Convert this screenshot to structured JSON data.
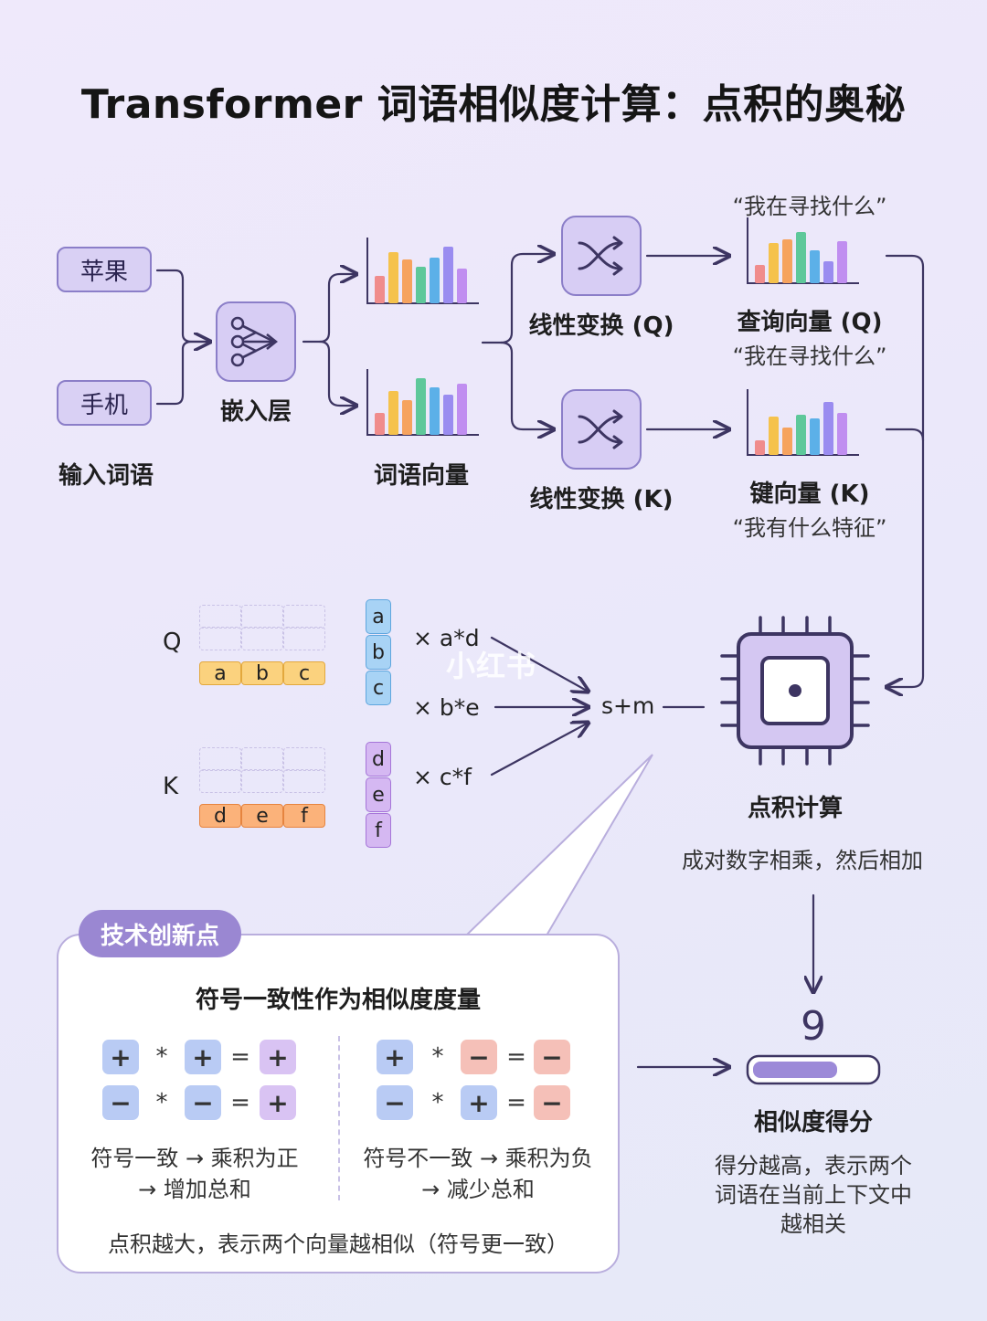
{
  "title": "Transformer 词语相似度计算：点积的奥秘",
  "inputs": {
    "word1": "苹果",
    "word2": "手机",
    "label": "输入词语"
  },
  "embedding": {
    "label": "嵌入层",
    "icon": "neural-network-icon"
  },
  "word_vectors": {
    "label": "词语向量"
  },
  "linear_q": {
    "label": "线性变换 (Q)",
    "icon": "shuffle-icon"
  },
  "linear_k": {
    "label": "线性变换 (K)",
    "icon": "shuffle-icon"
  },
  "query": {
    "top_quote": "“我在寻找什么”",
    "label": "查询向量 (Q)",
    "quote": "“我在寻找什么”"
  },
  "key": {
    "label": "键向量 (K)",
    "quote": "“我有什么特征”"
  },
  "matrix": {
    "q_label": "Q",
    "k_label": "K",
    "q_cells": [
      "a",
      "b",
      "c"
    ],
    "k_cells": [
      "d",
      "e",
      "f"
    ],
    "q_vector": [
      "a",
      "b",
      "c"
    ],
    "k_vector": [
      "d",
      "e",
      "f"
    ],
    "products": [
      "× a*d",
      "× b*e",
      "× c*f"
    ],
    "sum": "s+m"
  },
  "watermark": "小红书",
  "dot_product": {
    "label": "点积计算",
    "desc": "成对数字相乘，然后相加",
    "icon": "chip-icon"
  },
  "score": {
    "value": "9",
    "fill_fraction": 0.7,
    "label": "相似度得分",
    "desc_lines": [
      "得分越高，表示两个",
      "词语在当前上下文中",
      "越相关"
    ]
  },
  "innovation": {
    "badge": "技术创新点",
    "heading": "符号一致性作为相似度度量",
    "same_sign": {
      "rows": [
        [
          "+",
          "*",
          "+",
          "=",
          "+"
        ],
        [
          "−",
          "*",
          "−",
          "=",
          "+"
        ]
      ],
      "line1": "符号一致 → 乘积为正",
      "line2": "→ 增加总和"
    },
    "diff_sign": {
      "rows": [
        [
          "+",
          "*",
          "−",
          "=",
          "−"
        ],
        [
          "−",
          "*",
          "+",
          "=",
          "−"
        ]
      ],
      "line1": "符号不一致 → 乘积为负",
      "line2": "→ 减少总和"
    },
    "footer": "点积越大，表示两个向量越相似（符号更一致）"
  },
  "colors": {
    "accent": "#9a87d2",
    "box_fill": "#d7cdf4",
    "box_border": "#8b7ec8",
    "arrow": "#3d3562",
    "bar_colors": [
      "#f08c8c",
      "#f5c24c",
      "#f6a35e",
      "#5ec89a",
      "#5cb0e8",
      "#9a8cf0",
      "#c08ef0"
    ]
  }
}
